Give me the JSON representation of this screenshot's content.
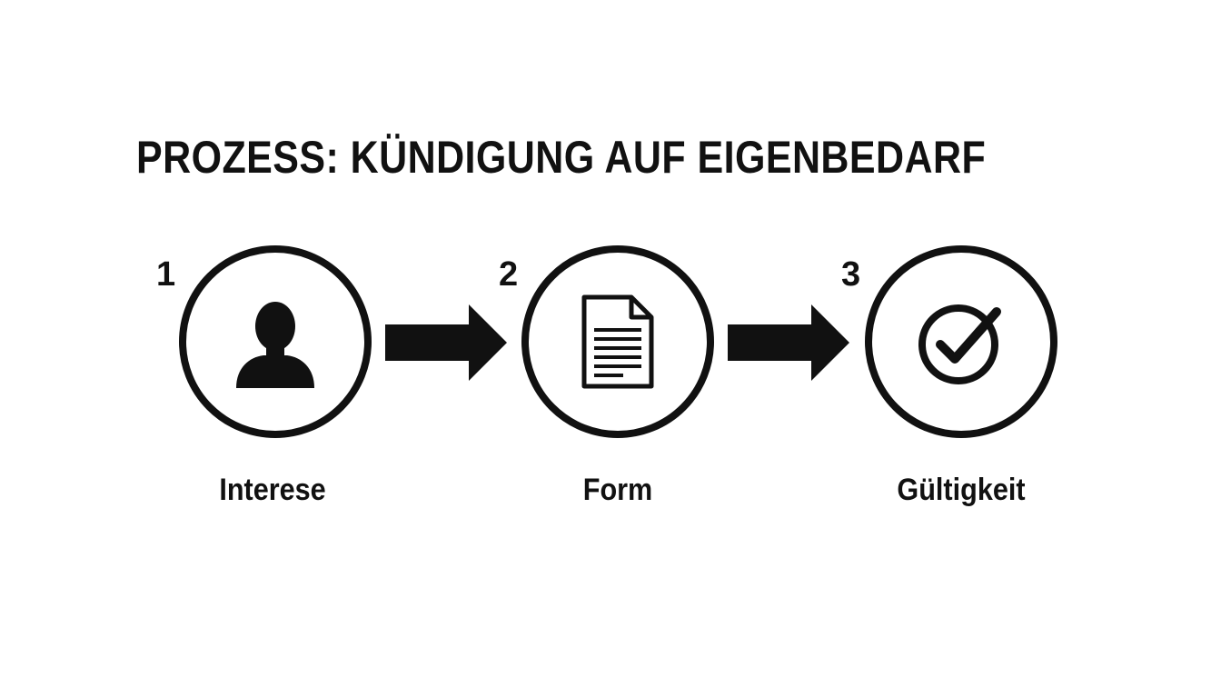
{
  "title": "PROZESS: KÜNDIGUNG AUF EIGENBEDARF",
  "steps": [
    {
      "number": "1",
      "icon": "person-icon",
      "label": "Interese"
    },
    {
      "number": "2",
      "icon": "document-icon",
      "label": "Form"
    },
    {
      "number": "3",
      "icon": "checkmark-icon",
      "label": "Gültigkeit"
    }
  ],
  "colors": {
    "ink": "#111111",
    "background": "#ffffff"
  }
}
